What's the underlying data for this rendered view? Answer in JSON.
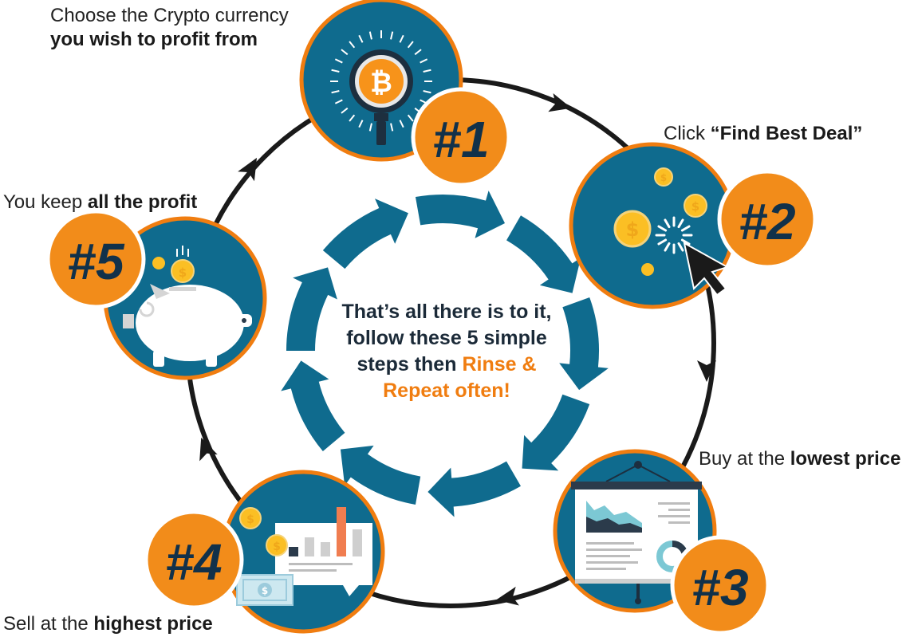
{
  "steps": [
    {
      "number": "#1",
      "label_normal": "Choose the Crypto currency",
      "label_bold": "you wish to profit from"
    },
    {
      "number": "#2",
      "label_normal": "Click ",
      "label_bold": "“Find Best Deal”"
    },
    {
      "number": "#3",
      "label_normal": "Buy at the ",
      "label_bold": "lowest price"
    },
    {
      "number": "#4",
      "label_normal": "Sell at the ",
      "label_bold": "highest price"
    },
    {
      "number": "#5",
      "label_normal": "You keep ",
      "label_bold": "all the profit"
    }
  ],
  "center": {
    "line1": "That’s all there is to it,",
    "line2": "follow these 5 simple",
    "line3_start": "steps then ",
    "line3_highlight": "Rinse &",
    "line4_highlight": "Repeat often!"
  },
  "icons": {
    "step1": "magnifier-bitcoin-icon",
    "step2": "cursor-coins-icon",
    "step3": "presentation-board-icon",
    "step4": "bar-chart-money-icon",
    "step5": "piggy-bank-icon"
  },
  "colors": {
    "circle_fill": "#0f6b8e",
    "circle_ring": "#f07d10",
    "badge": "#f28c1a",
    "badge_text": "#11314a",
    "arrow_blue": "#0f6b8e",
    "ring_line": "#1a1a1a",
    "highlight_text": "#f07d10"
  }
}
